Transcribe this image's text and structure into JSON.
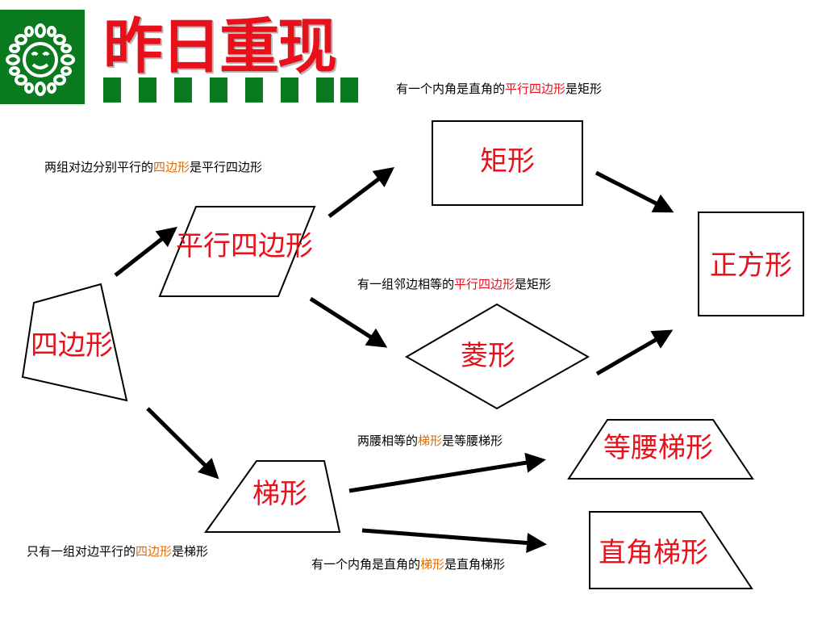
{
  "header": {
    "title": "昨日重现",
    "logo_icon": "sun-face-icon"
  },
  "shapes": {
    "quadrilateral": "四边形",
    "parallelogram": "平行四边形",
    "rectangle": "矩形",
    "rhombus": "菱形",
    "square": "正方形",
    "trapezoid": "梯形",
    "isosceles_trapezoid": "等腰梯形",
    "right_trapezoid": "直角梯形"
  },
  "notes": {
    "parallelogram_def": {
      "pre": "两组对边分别平行的",
      "hl": "四边形",
      "post": "是平行四边形"
    },
    "rectangle_def": {
      "pre": "有一个内角是直角的",
      "hl": "平行四边形",
      "post": "是矩形"
    },
    "rhombus_def": {
      "pre": "有一组邻边相等的",
      "hl": "平行四边形",
      "post": "是矩形"
    },
    "isosceles_def": {
      "pre": "两腰相等的",
      "hl": "梯形",
      "post": "是等腰梯形"
    },
    "trapezoid_def": {
      "pre": "只有一组对边平行的",
      "hl": "四边形",
      "post": "是梯形"
    },
    "right_trap_def": {
      "pre": "有一个内角是直角的",
      "hl": "梯形",
      "post": "是直角梯形"
    }
  },
  "colors": {
    "accent_red": "#e8101a",
    "highlight_orange": "#e06a00",
    "logo_green": "#0a7a1f"
  }
}
